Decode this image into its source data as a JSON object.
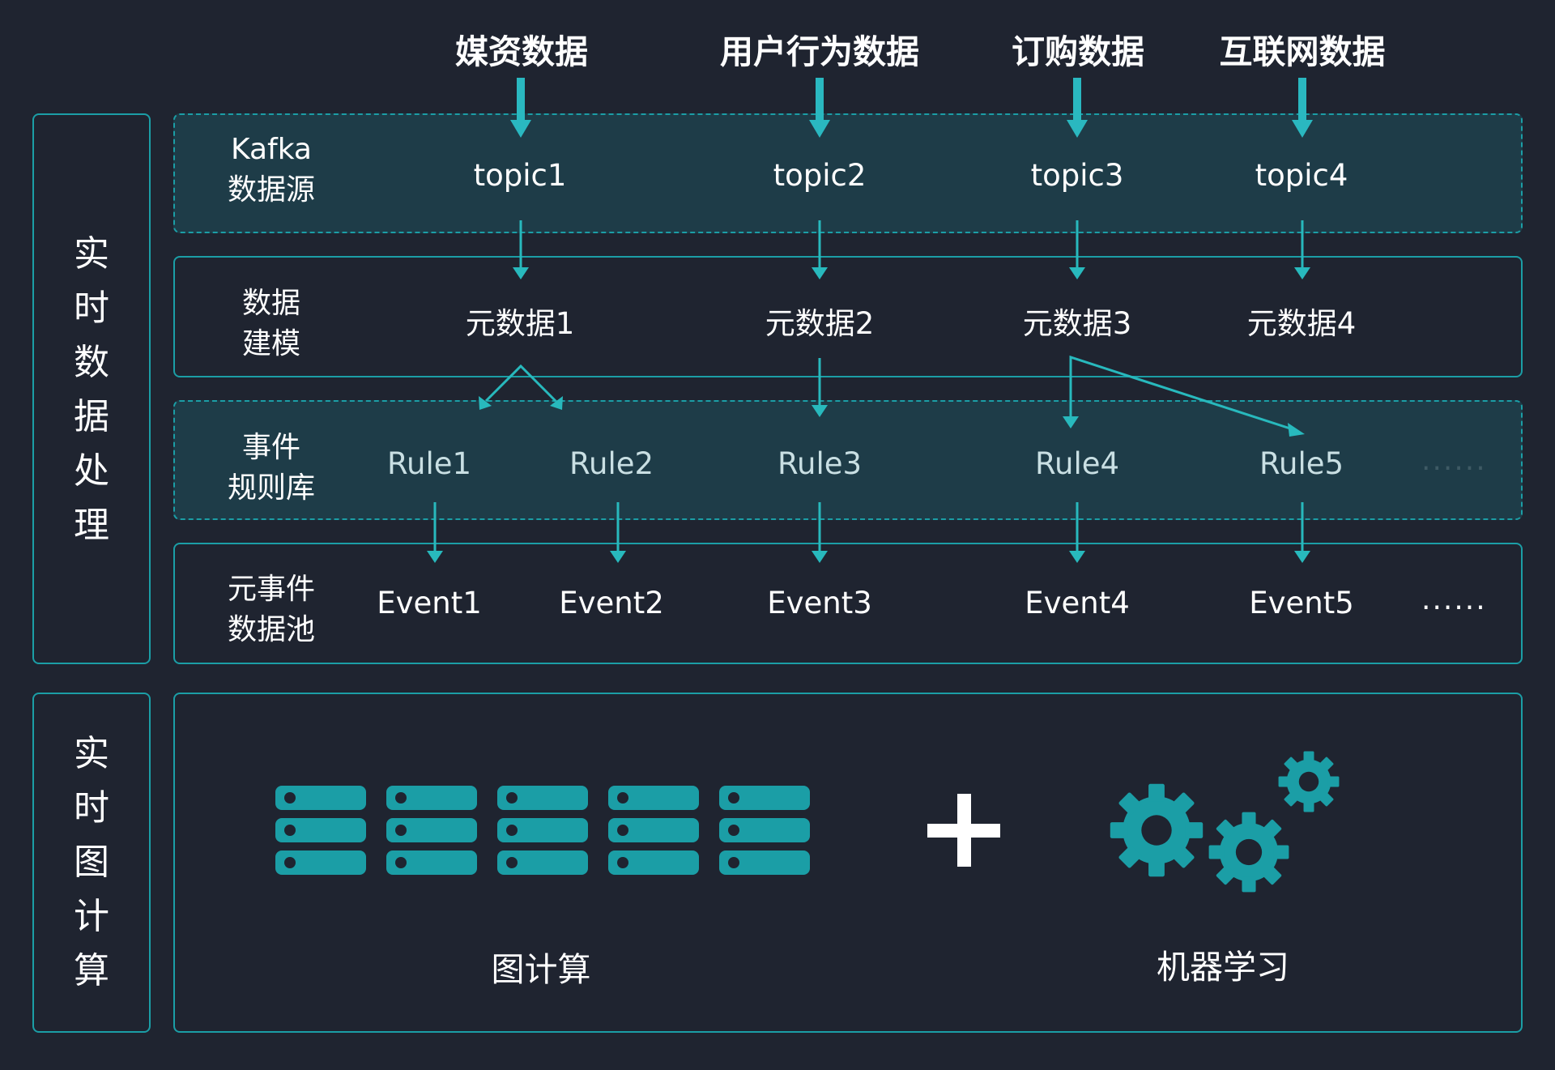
{
  "sources": [
    "媒资数据",
    "用户行为数据",
    "订购数据",
    "互联网数据"
  ],
  "left_labels": {
    "realtime_processing": "实时数据处理",
    "realtime_graph": "实时图计算"
  },
  "rows": {
    "kafka": {
      "label_1": "Kafka",
      "label_2": "数据源",
      "items": [
        "topic1",
        "topic2",
        "topic3",
        "topic4"
      ]
    },
    "modeling": {
      "label_1": "数据",
      "label_2": "建模",
      "items": [
        "元数据1",
        "元数据2",
        "元数据3",
        "元数据4"
      ]
    },
    "rules": {
      "label_1": "事件",
      "label_2": "规则库",
      "items": [
        "Rule1",
        "Rule2",
        "Rule3",
        "Rule4",
        "Rule5"
      ],
      "more": "......"
    },
    "events": {
      "label_1": "元事件",
      "label_2": "数据池",
      "items": [
        "Event1",
        "Event2",
        "Event3",
        "Event4",
        "Event5"
      ],
      "more": "......"
    }
  },
  "bottom": {
    "graph_caption": "图计算",
    "ml_caption": "机器学习"
  },
  "colors": {
    "background": "#1f2430",
    "accent": "#1b9ea6",
    "arrow": "#28b9bd",
    "dashed_fill": "#1e3c48"
  }
}
